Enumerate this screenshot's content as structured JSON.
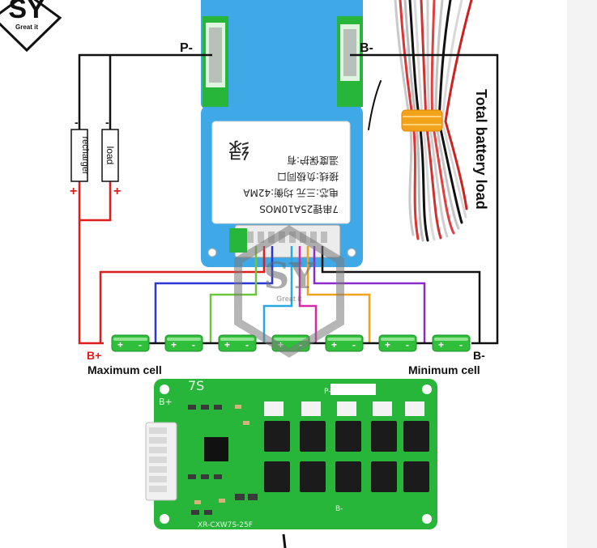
{
  "logo": {
    "letters": "SY",
    "tagline": "Great it"
  },
  "terminals": {
    "p_minus": "P-",
    "b_minus_top": "B-",
    "b_plus": "B+",
    "b_minus_bottom": "B-"
  },
  "load_boxes": {
    "recharger": "recharger",
    "load": "load"
  },
  "polarity": {
    "minus": "-",
    "plus": "+"
  },
  "side_label": "Total battery load",
  "cell_labels": {
    "maximum": "Maximum cell",
    "minimum": "Minimum cell"
  },
  "cell_signs": {
    "plus": "+",
    "minus": "-"
  },
  "sticker_lines": [
    "7串锂25A10MOS",
    "电芯:三元  均衡:42MA",
    "接线:负极同口",
    "温度保护:有"
  ],
  "sticker_handwriting": "绿",
  "pcb": {
    "top_label": "7S",
    "b_plus": "B+",
    "model": "XR-CXW7S-25F",
    "b_minus": "B-",
    "p_minus": "P-"
  },
  "watermark": {
    "letters": "SY",
    "tagline": "Great it"
  },
  "colors": {
    "pcb_green": "#27b53a",
    "board_blue": "#3fa9e8",
    "cell_green": "#2fbf3a",
    "wire_red": "#e01b1b",
    "wire_blue": "#2a36d6",
    "wire_green": "#6cc63b",
    "wire_cyan": "#26a8e0",
    "wire_magenta": "#d62aa8",
    "wire_orange": "#f2a31b",
    "wire_purple": "#8a2cc9",
    "wire_black": "#111111"
  }
}
